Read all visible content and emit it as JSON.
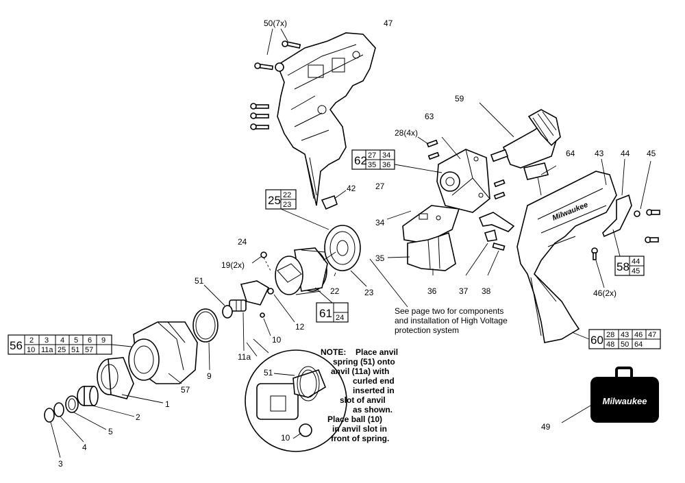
{
  "labels": {
    "p50": "50(7x)",
    "p47": "47",
    "p59": "59",
    "p63": "63",
    "p28": "28(4x)",
    "p27": "27",
    "p42": "42",
    "p34": "34",
    "p35": "35",
    "p36": "36",
    "p37": "37",
    "p38": "38",
    "p64": "64",
    "p43": "43",
    "p44": "44",
    "p45": "45",
    "p46": "46(2x)",
    "p24": "24",
    "p19": "19(2x)",
    "p51": "51",
    "p12": "12",
    "p22": "22",
    "p23": "23",
    "p10": "10",
    "p11a": "11a",
    "p9": "9",
    "p57": "57",
    "p1": "1",
    "p2": "2",
    "p5": "5",
    "p4": "4",
    "p3": "3",
    "p49": "49",
    "d51": "51",
    "d10": "10"
  },
  "kits": {
    "k62": {
      "id": "62",
      "row1": [
        "27",
        "34"
      ],
      "row2": [
        "35",
        "36"
      ]
    },
    "k25": {
      "id": "25",
      "row1": [
        "22"
      ],
      "row2": [
        "23"
      ]
    },
    "k61": {
      "id": "61",
      "row1": [
        ""
      ],
      "row2": [
        "24"
      ]
    },
    "k58": {
      "id": "58",
      "row1": [
        "44"
      ],
      "row2": [
        "45"
      ]
    },
    "k60": {
      "id": "60",
      "row1": [
        "28",
        "43",
        "46",
        "47"
      ],
      "row2": [
        "48",
        "50",
        "64"
      ]
    },
    "k56": {
      "id": "56",
      "row1": [
        "2",
        "3",
        "4",
        "5",
        "6",
        "9"
      ],
      "row2": [
        "10",
        "11a",
        "25",
        "51",
        "57"
      ]
    }
  },
  "text": {
    "see_page": [
      "See page two for components",
      "and installation of High Voltage",
      "protection system"
    ],
    "note_title": "NOTE:",
    "note_lines": [
      "Place anvil",
      "spring (51) onto",
      "anvil (11a) with",
      "curled end",
      "inserted in",
      "slot of anvil",
      "as shown.",
      "Place ball (10)",
      "in anvil slot in",
      "front of spring."
    ],
    "brand_housing": "Milwaukee",
    "brand_case": "Milwaukee"
  },
  "icons": [
    "screw-icon",
    "bolt-icon",
    "ring-icon",
    "ball-icon",
    "carrying-case-icon"
  ]
}
